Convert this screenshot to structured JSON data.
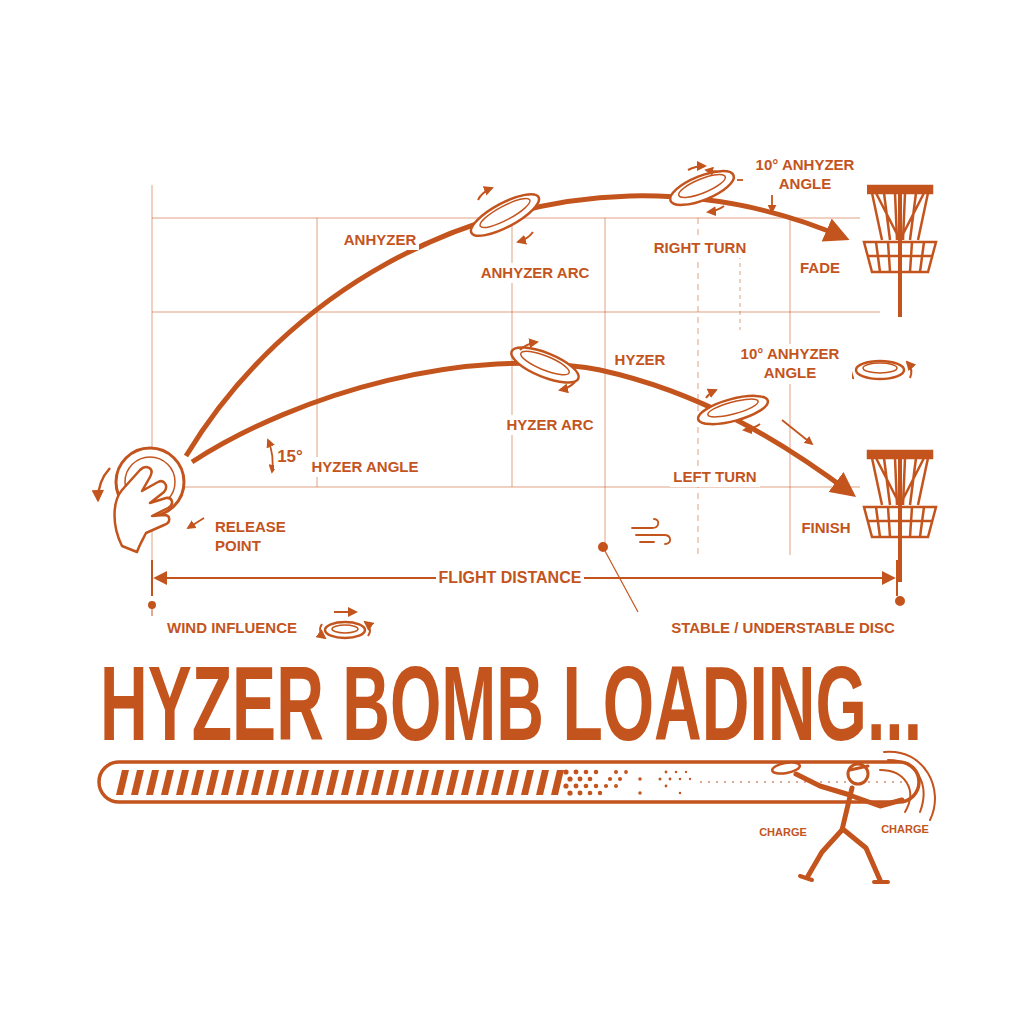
{
  "diagram": {
    "title": "HYZER BOMB LOADING...",
    "labels": [
      "ANHYZER",
      "ANHYZER ARC",
      "RIGHT TURN",
      "10° ANHYZER ANGLE",
      "FADE",
      "HYZER",
      "10° ANHYZER ANGLE",
      "HYZER ARC",
      "LEFT TURN",
      "15°",
      "HYZER ANGLE",
      "RELEASE POINT",
      "FINISH",
      "FLIGHT DISTANCE",
      "WIND INFLUENCE",
      "STABLE / UNDERSTABLE DISC",
      "CHARGE",
      "CHARGE"
    ]
  }
}
